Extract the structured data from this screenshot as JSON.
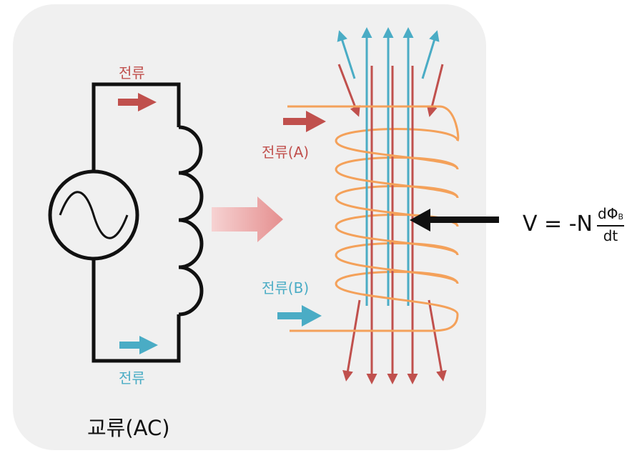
{
  "labels": {
    "current_top": "전류",
    "current_bottom": "전류",
    "current_a": "전류(A)",
    "current_b": "전류(B)",
    "ac_title": "교류(AC)"
  },
  "formula": {
    "lhs": "V = -N",
    "numerator": "dΦ",
    "numerator_sub": "B",
    "denominator": "dt"
  },
  "colors": {
    "red": "#c0504d",
    "blue": "#4aacc5",
    "coil": "#f4a15a",
    "wire": "#111111",
    "panel": "#f0f0f0"
  }
}
